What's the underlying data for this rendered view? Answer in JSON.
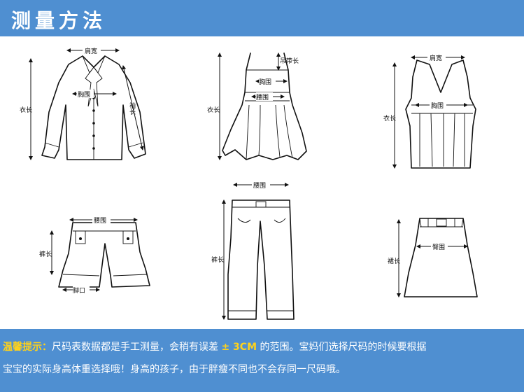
{
  "header": {
    "title": "测量方法"
  },
  "labels": {
    "shoulder_width": "肩宽",
    "chest": "胸围",
    "sleeve": "袖长",
    "length": "衣长",
    "strap": "吊带长",
    "waist": "腰围",
    "hip": "臀围",
    "shorts_length": "裤长",
    "leg_opening": "脚口",
    "pants_length": "裤长",
    "skirt_length": "裙长"
  },
  "footer": {
    "tip_label": "温馨提示：",
    "line1_text": "尺码表数据都是手工测量，会稍有误差",
    "plus": "± 3CM",
    "line1_tail": "的范围。宝妈们选择尺码的时候要根据",
    "line2_text": "宝宝的实际身高体重选择哦！身高的孩子，由于胖瘦不同也不会存同一尺码哦。"
  }
}
